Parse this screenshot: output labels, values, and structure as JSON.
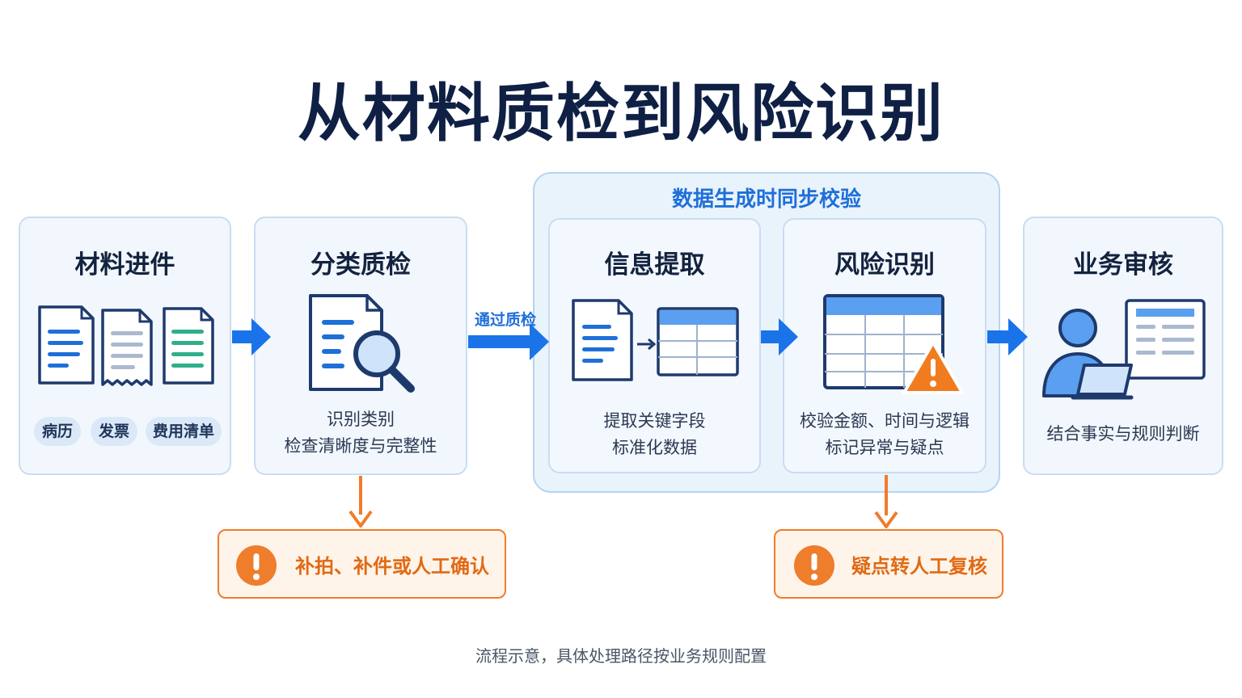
{
  "title": "从材料质检到风险识别",
  "group": {
    "label": "数据生成时同步校验"
  },
  "steps": [
    {
      "title": "材料进件",
      "tags": [
        "病历",
        "发票",
        "费用清单"
      ]
    },
    {
      "title": "分类质检",
      "desc": [
        "识别类别",
        "检查清晰度与完整性"
      ]
    },
    {
      "title": "信息提取",
      "desc": [
        "提取关键字段",
        "标准化数据"
      ]
    },
    {
      "title": "风险识别",
      "desc": [
        "校验金额、时间与逻辑",
        "标记异常与疑点"
      ]
    },
    {
      "title": "业务审核",
      "desc": [
        "结合事实与规则判断"
      ]
    }
  ],
  "flow_label": "通过质检",
  "alerts": [
    {
      "text": "补拍、补件或人工确认"
    },
    {
      "text": "疑点转人工复核"
    }
  ],
  "footer": "流程示意，具体处理路径按业务规则配置",
  "colors": {
    "primary_blue": "#1f6fd8",
    "arrow_blue": "#1a73e8",
    "warning_orange": "#ee7d2c",
    "title_navy": "#0f2044"
  }
}
